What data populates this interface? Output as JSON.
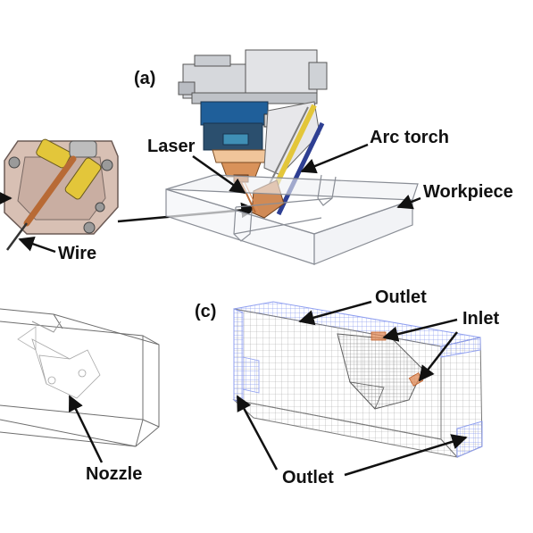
{
  "panels": [
    {
      "id": "a",
      "label": "(a)"
    },
    {
      "id": "c",
      "label": "(c)"
    }
  ],
  "labels": {
    "laser": "Laser",
    "arc_torch": "Arc torch",
    "workpiece": "Workpiece",
    "wire": "Wire",
    "nozzle": "Nozzle",
    "outlet_top": "Outlet",
    "inlet": "Inlet",
    "outlet_bottom": "Outlet"
  },
  "colors": {
    "mesh_gray": "#9a9a9a",
    "mesh_blue": "#8f9ff0",
    "inlet_orange": "#e08a55",
    "laser_blue": "#1b4f8a",
    "torch_yellow": "#e3c63a",
    "wire_copper": "#b86a35"
  }
}
